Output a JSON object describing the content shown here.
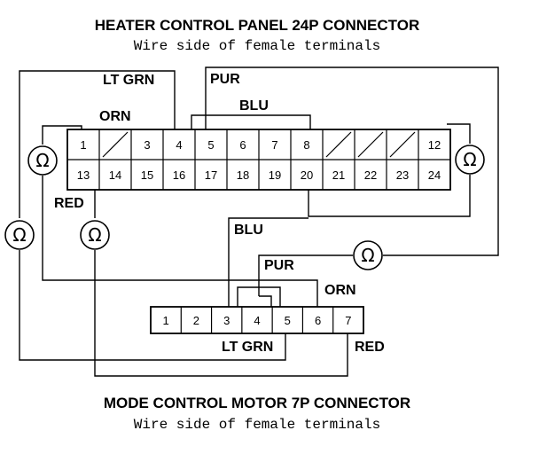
{
  "header": {
    "title": "HEATER CONTROL PANEL 24P CONNECTOR",
    "subtitle": "Wire side of female terminals"
  },
  "footer": {
    "title": "MODE CONTROL MOTOR 7P CONNECTOR",
    "subtitle": "Wire side of female terminals"
  },
  "connector_24p": {
    "row1": [
      "1",
      "",
      "3",
      "4",
      "5",
      "6",
      "7",
      "8",
      "",
      "",
      "",
      "12"
    ],
    "row2": [
      "13",
      "14",
      "15",
      "16",
      "17",
      "18",
      "19",
      "20",
      "21",
      "22",
      "23",
      "24"
    ]
  },
  "connector_7p": {
    "pins": [
      "1",
      "2",
      "3",
      "4",
      "5",
      "6",
      "7"
    ]
  },
  "wire_labels": {
    "lt_grn_top": "LT GRN",
    "pur_top": "PUR",
    "blu_top": "BLU",
    "orn_top": "ORN",
    "red_left": "RED",
    "blu_mid": "BLU",
    "pur_mid": "PUR",
    "orn_mid": "ORN",
    "lt_grn_bottom": "LT GRN",
    "red_bottom": "RED"
  },
  "meter_symbol": "Ω"
}
